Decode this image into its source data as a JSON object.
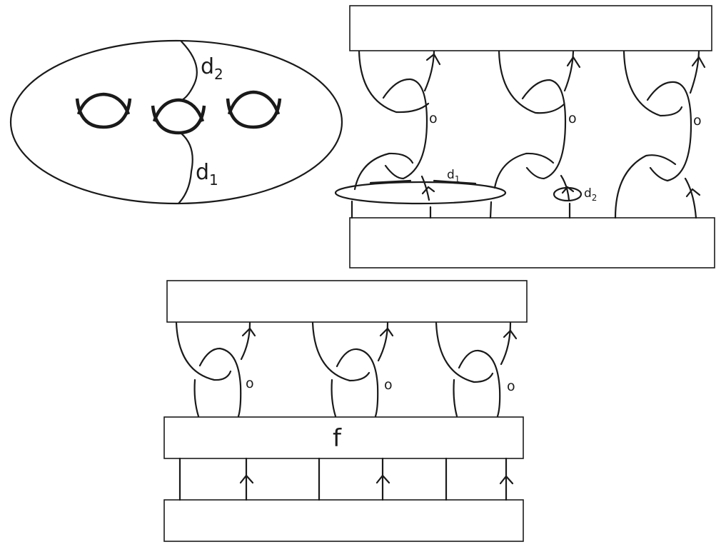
{
  "surface": {
    "labels": {
      "d2": "d",
      "d2_sub": "2",
      "d1": "d",
      "d1_sub": "1"
    },
    "genus": 3
  },
  "top_right_diagram": {
    "framing_labels": [
      "o",
      "o",
      "o"
    ],
    "circle_labels": {
      "d1": "d",
      "d1_sub": "1",
      "d2": "d",
      "d2_sub": "2"
    }
  },
  "bottom_diagram": {
    "framing_labels": [
      "o",
      "o",
      "o"
    ],
    "box_label": "f"
  },
  "colors": {
    "stroke": "#1a1a1a",
    "background": "#ffffff"
  }
}
